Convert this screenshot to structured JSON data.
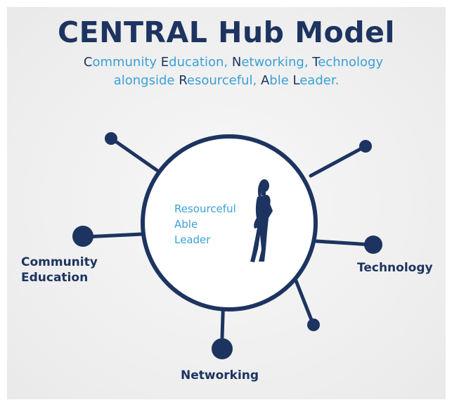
{
  "title": "CENTRAL Hub Model",
  "subtitle": {
    "line1": [
      {
        "letter": "C",
        "rest": "ommunity "
      },
      {
        "letter": "E",
        "rest": "ducation, "
      },
      {
        "letter": "N",
        "rest": "etworking, "
      },
      {
        "letter": "T",
        "rest": "echnology"
      }
    ],
    "line2": [
      {
        "letter": "",
        "rest": "alongside "
      },
      {
        "letter": "R",
        "rest": "esourceful, "
      },
      {
        "letter": "A",
        "rest": "ble  "
      },
      {
        "letter": "L",
        "rest": "eader."
      }
    ]
  },
  "center": {
    "line1": "Resourceful",
    "line2": "Able",
    "line3": "Leader"
  },
  "labels": {
    "community_line1": "Community",
    "community_line2": "Education",
    "technology": "Technology",
    "networking": "Networking"
  },
  "colors": {
    "navy": "#1d3461",
    "accent": "#3aa0d8",
    "background": "#eeeeee"
  },
  "icons": {
    "center_figure": "woman-silhouette-icon"
  }
}
